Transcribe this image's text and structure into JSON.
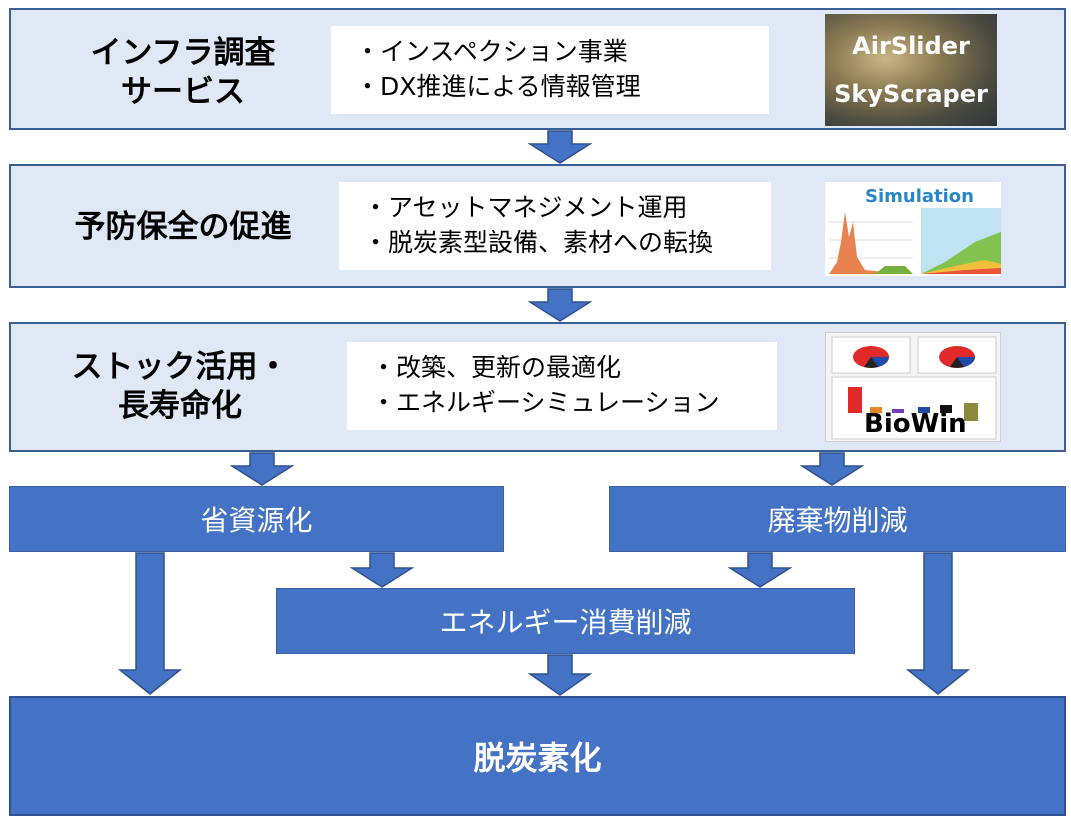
{
  "stages": [
    {
      "title_line1": "インフラ調査",
      "title_line2": "サービス",
      "bullet1": "・インスペクション事業",
      "bullet2": "・DX推進による情報管理",
      "thumb_line1": "AirSlider",
      "thumb_line2": "SkyScraper"
    },
    {
      "title_line1": "予防保全の促進",
      "bullet1": "・アセットマネジメント運用",
      "bullet2": "・脱炭素型設備、素材への転換",
      "thumb_label": "Simulation"
    },
    {
      "title_line1": "ストック活用・",
      "title_line2": "長寿命化",
      "bullet1": "・改築、更新の最適化",
      "bullet2": "・エネルギーシミュレーション",
      "thumb_label": "BioWin"
    }
  ],
  "outcomes": {
    "resource": "省資源化",
    "waste": "廃棄物削減",
    "energy": "エネルギー消費削減",
    "final": "脱炭素化"
  },
  "colors": {
    "stage_bg": "#dfe8f4",
    "stage_border": "#3a5f95",
    "blue": "#4472c4",
    "arrow_border": "#2f528f"
  }
}
